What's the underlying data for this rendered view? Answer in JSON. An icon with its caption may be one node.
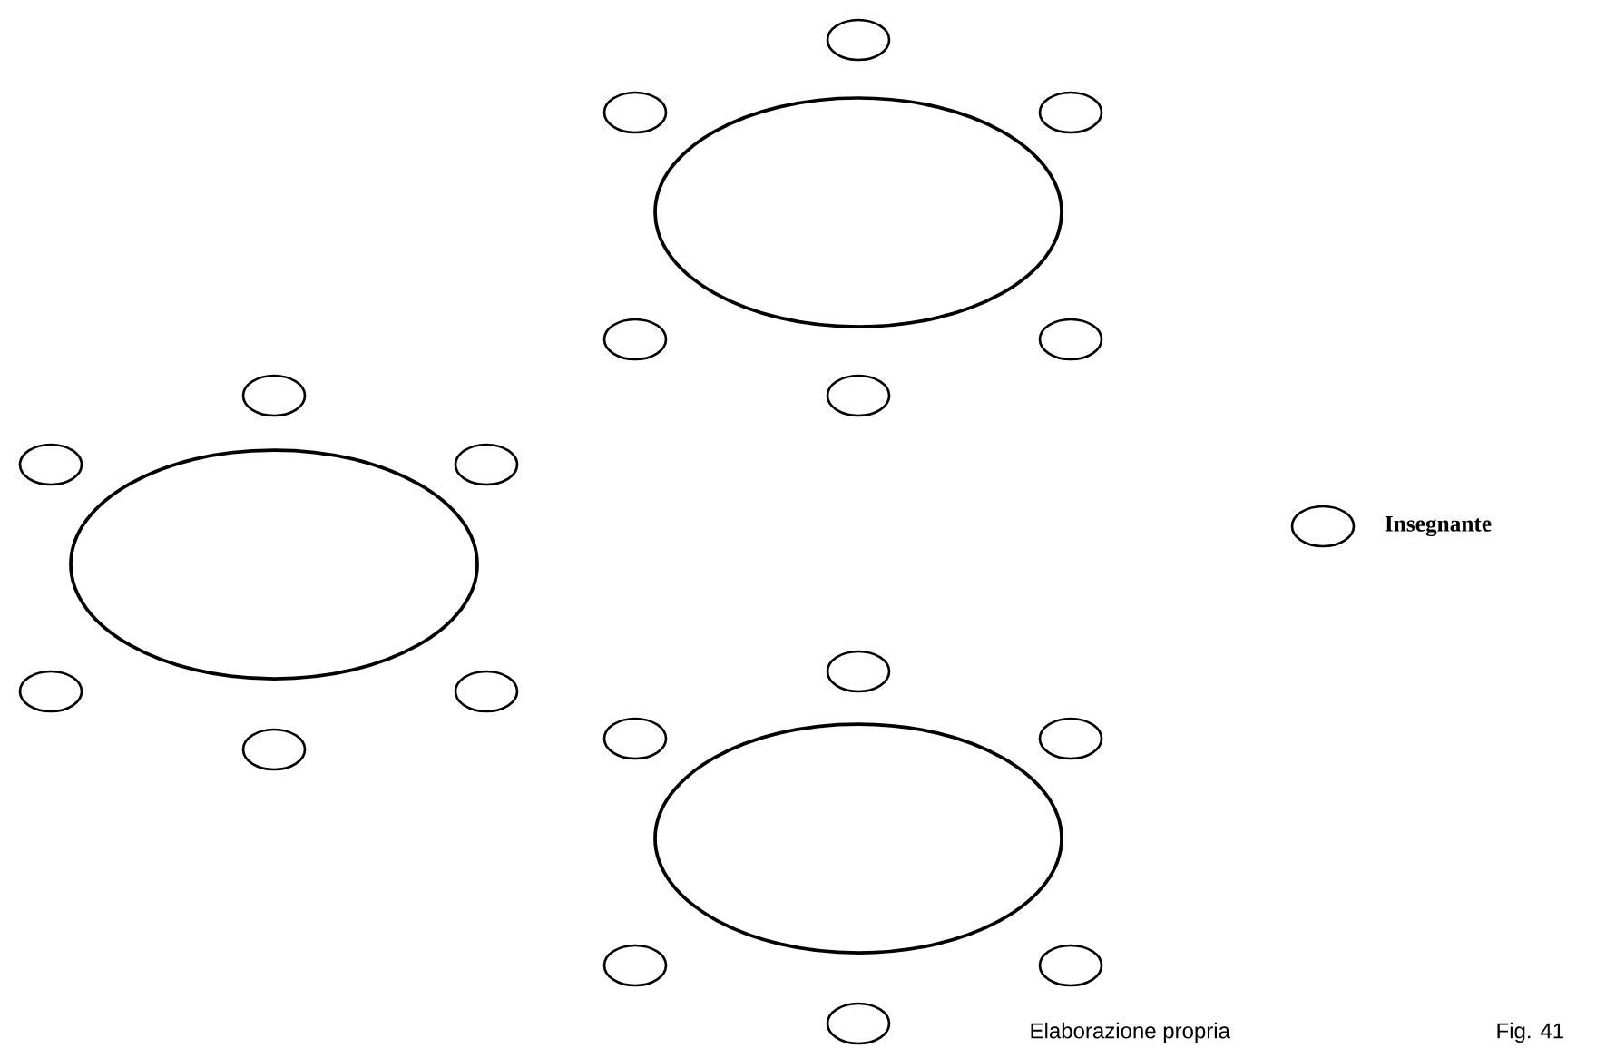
{
  "diagram": {
    "nodes": [
      {
        "text": [],
        "shape": "ellipse"
      },
      {
        "text": [],
        "shape": "ellipse"
      },
      {
        "text": [],
        "shape": "ellipse"
      },
      {
        "text": [],
        "shape": "ellipse"
      },
      {
        "text": [],
        "shape": "ellipse"
      },
      {
        "text": [],
        "shape": "ellipse"
      },
      {
        "text": [],
        "shape": "ellipse"
      },
      {
        "text": [],
        "shape": "ellipse"
      },
      {
        "text": [],
        "shape": "ellipse"
      },
      {
        "text": [],
        "shape": "ellipse"
      },
      {
        "text": [],
        "shape": "ellipse"
      },
      {
        "text": [],
        "shape": "ellipse"
      },
      {
        "text": [],
        "shape": "ellipse"
      },
      {
        "text": [],
        "shape": "ellipse"
      },
      {
        "text": [],
        "shape": "ellipse",
        "beside": [
          "Insegnante"
        ]
      },
      {
        "text": [],
        "shape": "ellipse"
      },
      {
        "text": [],
        "shape": "ellipse"
      },
      {
        "text": [],
        "shape": "ellipse"
      },
      {
        "text": [],
        "shape": "ellipse"
      },
      {
        "text": [],
        "shape": "ellipse"
      },
      {
        "text": [],
        "shape": "ellipse"
      },
      {
        "text": [],
        "shape": "ellipse"
      }
    ],
    "labels": [
      "Elaborazione propria",
      "Fig. 41"
    ]
  }
}
